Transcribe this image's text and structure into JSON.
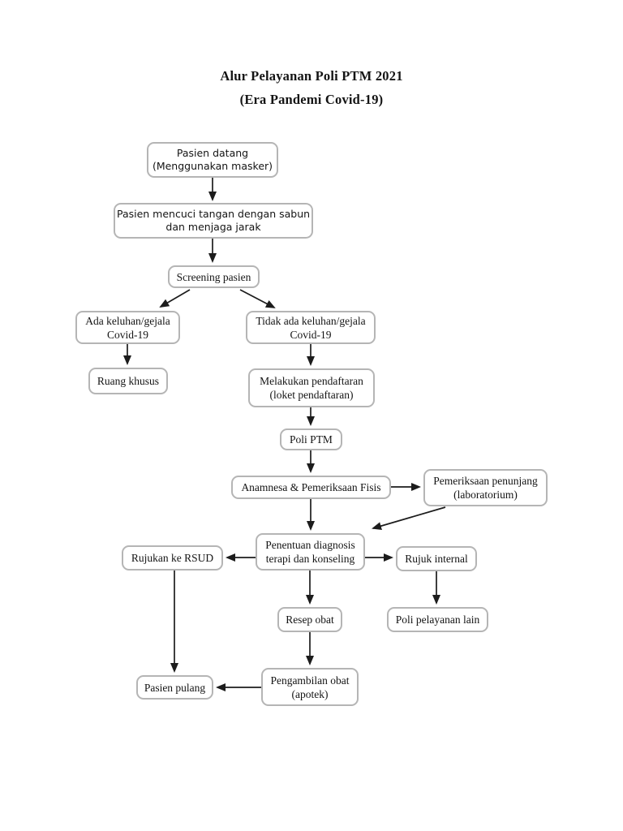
{
  "page": {
    "title": "Alur Pelayanan Poli PTM 2021",
    "subtitle": "(Era Pandemi Covid-19)"
  },
  "colors": {
    "page_bg": "#ffffff",
    "box_fill": "#ffffff",
    "box_border": "#b5b5b5",
    "arrow": "#1c1c1c",
    "text": "#141414"
  },
  "flowchart": {
    "nodes": [
      {
        "id": "pasien-datang",
        "label": "Pasien datang\n(Menggunakan masker)"
      },
      {
        "id": "pasien-mencuci",
        "label": "Pasien mencuci tangan dengan sabun\ndan menjaga jarak"
      },
      {
        "id": "screening-pasien",
        "label": "Screening pasien"
      },
      {
        "id": "ada-keluhan-gejala-covid",
        "label": "Ada keluhan/gejala\nCovid-19"
      },
      {
        "id": "tidak-ada-keluhan-gejala-covid",
        "label": "Tidak ada keluhan/gejala\nCovid-19"
      },
      {
        "id": "ruang-khusus",
        "label": "Ruang khusus"
      },
      {
        "id": "melakukan-pendaftaran",
        "label": "Melakukan pendaftaran\n(loket pendaftaran)"
      },
      {
        "id": "poli-ptm",
        "label": "Poli PTM"
      },
      {
        "id": "anamnesa-pemeriksaan-fisis",
        "label": "Anamnesa & Pemeriksaan Fisis"
      },
      {
        "id": "pemeriksaan-penunjang",
        "label": "Pemeriksaan penunjang\n(laboratorium)"
      },
      {
        "id": "penentuan-diagnosis",
        "label": "Penentuan diagnosis\nterapi dan konseling"
      },
      {
        "id": "rujukan-ke-rsud",
        "label": "Rujukan ke RSUD"
      },
      {
        "id": "rujuk-internal",
        "label": "Rujuk internal"
      },
      {
        "id": "resep-obat",
        "label": "Resep obat"
      },
      {
        "id": "poli-pelayanan-lain",
        "label": "Poli pelayanan lain"
      },
      {
        "id": "pasien-pulang",
        "label": "Pasien pulang"
      },
      {
        "id": "pengambilan-obat",
        "label": "Pengambilan obat\n(apotek)"
      }
    ],
    "edges": [
      {
        "from": "pasien-datang",
        "to": "pasien-mencuci"
      },
      {
        "from": "pasien-mencuci",
        "to": "screening-pasien"
      },
      {
        "from": "screening-pasien",
        "to": "ada-keluhan-gejala-covid"
      },
      {
        "from": "screening-pasien",
        "to": "tidak-ada-keluhan-gejala-covid"
      },
      {
        "from": "ada-keluhan-gejala-covid",
        "to": "ruang-khusus"
      },
      {
        "from": "tidak-ada-keluhan-gejala-covid",
        "to": "melakukan-pendaftaran"
      },
      {
        "from": "melakukan-pendaftaran",
        "to": "poli-ptm"
      },
      {
        "from": "poli-ptm",
        "to": "anamnesa-pemeriksaan-fisis"
      },
      {
        "from": "anamnesa-pemeriksaan-fisis",
        "to": "pemeriksaan-penunjang"
      },
      {
        "from": "pemeriksaan-penunjang",
        "to": "penentuan-diagnosis"
      },
      {
        "from": "anamnesa-pemeriksaan-fisis",
        "to": "penentuan-diagnosis"
      },
      {
        "from": "penentuan-diagnosis",
        "to": "rujukan-ke-rsud"
      },
      {
        "from": "penentuan-diagnosis",
        "to": "rujuk-internal"
      },
      {
        "from": "penentuan-diagnosis",
        "to": "resep-obat"
      },
      {
        "from": "rujuk-internal",
        "to": "poli-pelayanan-lain"
      },
      {
        "from": "rujukan-ke-rsud",
        "to": "pasien-pulang"
      },
      {
        "from": "resep-obat",
        "to": "pengambilan-obat"
      },
      {
        "from": "pengambilan-obat",
        "to": "pasien-pulang"
      }
    ]
  }
}
